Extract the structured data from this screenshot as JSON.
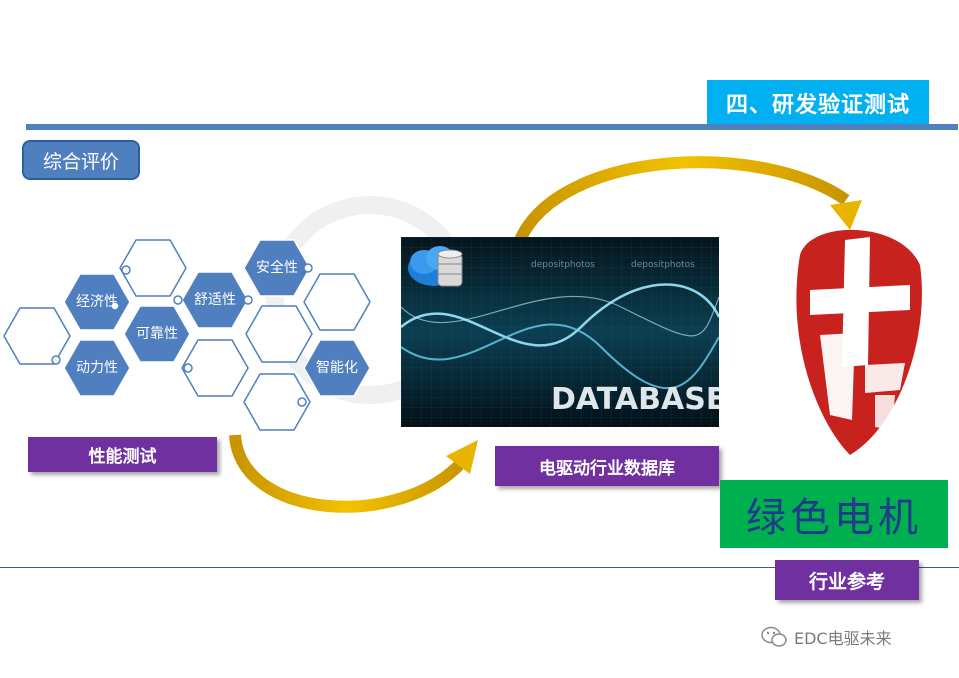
{
  "header": {
    "section_title": "四、研发验证测试"
  },
  "eval_badge": "综合评价",
  "hexagons": {
    "economy": "经济性",
    "reliability": "可靠性",
    "comfort": "舒适性",
    "safety": "安全性",
    "power": "动力性",
    "intelligence": "智能化"
  },
  "labels": {
    "performance_test": "性能测试",
    "industry_database": "电驱动行业数据库",
    "industry_reference": "行业参考",
    "green_motor": "绿色电机"
  },
  "database_image": {
    "main_text": "DATABASE",
    "caption_1": "depositphotos",
    "caption_2": "depositphotos"
  },
  "watermark": {
    "text": "EDC电驱未来"
  },
  "colors": {
    "accent_blue": "#4f7fbf",
    "title_cyan": "#00b0f0",
    "purple": "#7030a0",
    "green": "#00b050",
    "red_seal": "#c8221e",
    "arrow_gold": "#e8b400"
  }
}
